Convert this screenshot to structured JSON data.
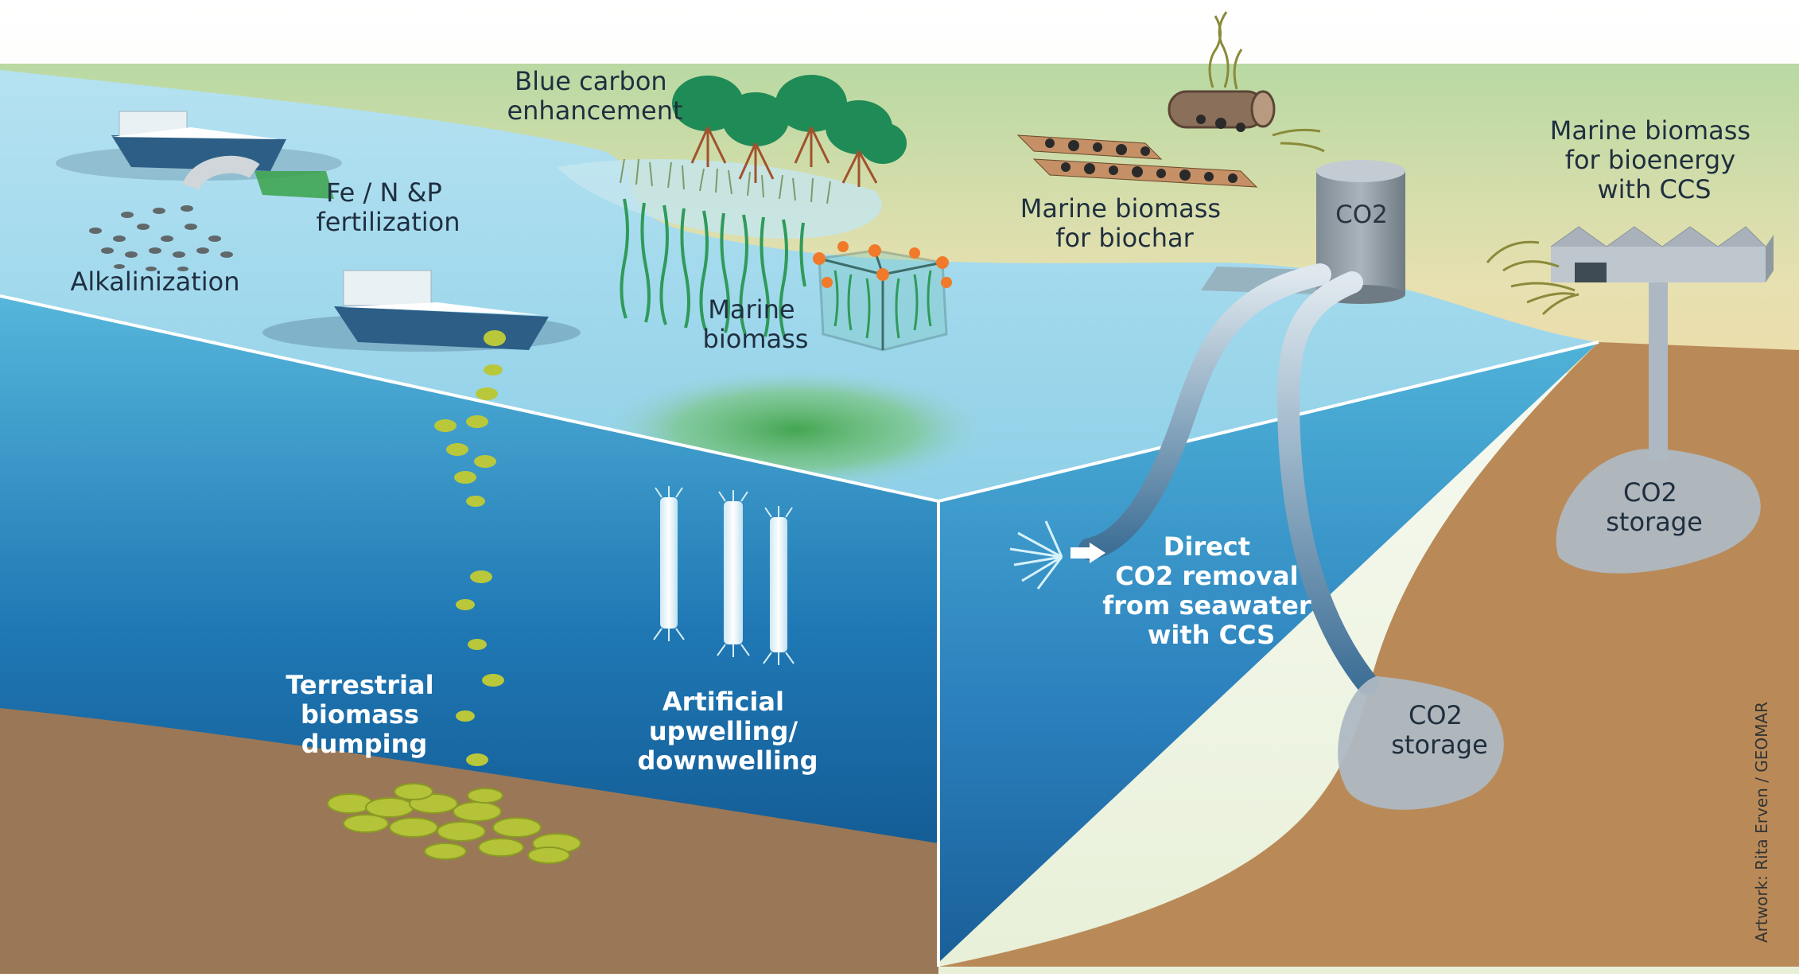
{
  "labels": {
    "alkalinization": "Alkalinization",
    "fertilization": [
      "Fe / N &P",
      "fertilization"
    ],
    "blue_carbon": [
      "Blue carbon",
      "enhancement"
    ],
    "marine_biomass": [
      "Marine",
      "biomass"
    ],
    "biochar": [
      "Marine biomass",
      "for biochar"
    ],
    "bioenergy": [
      "Marine biomass",
      "for bioenergy",
      "with CCS"
    ],
    "tank": "CO2",
    "storage_right": [
      "CO2",
      "storage"
    ],
    "storage_mid": [
      "CO2",
      "storage"
    ],
    "direct_removal": [
      "Direct",
      "CO2 removal",
      "from seawater",
      "with CCS"
    ],
    "upwelling": [
      "Artificial",
      "upwelling/",
      "downwelling"
    ],
    "dumping": [
      "Terrestrial",
      "biomass",
      "dumping"
    ],
    "credit": "Artwork: Rita Erven / GEOMAR"
  },
  "colors": {
    "sky": "#f2f6ec",
    "land_green": "#b9d9a3",
    "sand": "#f3d7a3",
    "sea_surface": "#9fd6ea",
    "deep_water": "#1f6fa8",
    "seafloor": "#9a7757",
    "sediment_right": "#b98a58",
    "storage_grey": "#aeb8c2",
    "biomass_yellow": "#b9c83a"
  }
}
